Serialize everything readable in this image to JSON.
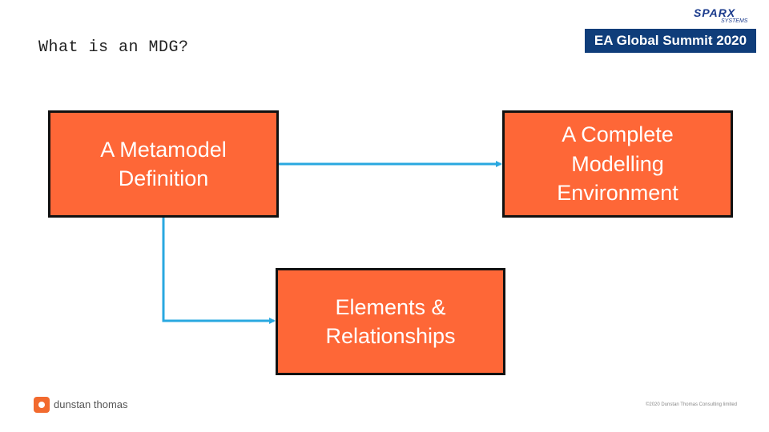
{
  "slide": {
    "title": "What is an MDG?",
    "copyright": "©2020 Dunstan Thomas Consulting limited"
  },
  "header": {
    "sparx_logo_text": "SPARX",
    "sparx_logo_sub": "SYSTEMS",
    "summit_badge": "EA Global Summit 2020"
  },
  "footer": {
    "company_logo_text": "dunstan thomas"
  },
  "diagram": {
    "nodes": {
      "metamodel": {
        "line1": "A Metamodel",
        "line2": "Definition"
      },
      "environment": {
        "line1": "A Complete",
        "line2": "Modelling",
        "line3": "Environment"
      },
      "elements": {
        "line1": "Elements &",
        "line2": "Relationships"
      }
    },
    "edges": [
      {
        "from": "metamodel",
        "to": "environment"
      },
      {
        "from": "metamodel",
        "to": "elements"
      }
    ]
  },
  "colors": {
    "box_fill": "#fe6737",
    "box_border": "#111111",
    "connector": "#29a8e0",
    "summit_badge": "#0f3d7a"
  }
}
